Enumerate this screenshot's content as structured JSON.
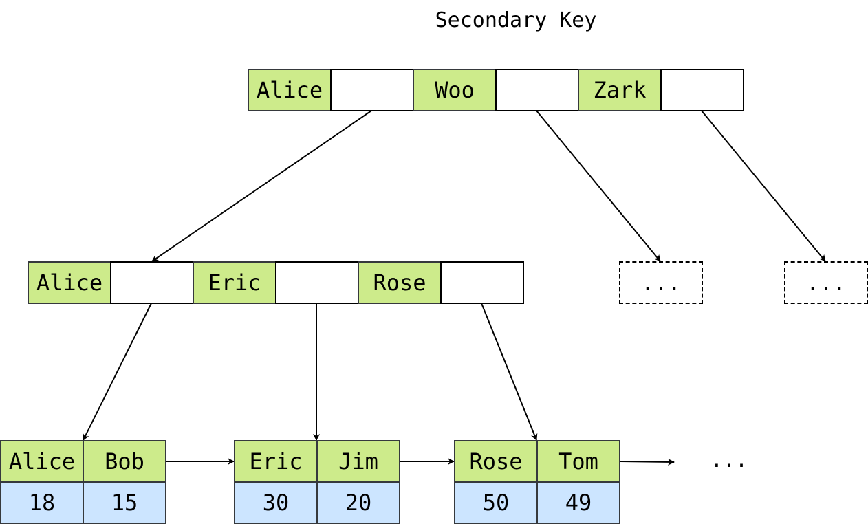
{
  "title": "Secondary Key",
  "root": {
    "keys": [
      "Alice",
      "Woo",
      "Zark"
    ]
  },
  "internal": {
    "keys": [
      "Alice",
      "Eric",
      "Rose"
    ]
  },
  "placeholders": [
    "...",
    "..."
  ],
  "leaves": [
    {
      "keys": [
        "Alice",
        "Bob"
      ],
      "values": [
        "18",
        "15"
      ]
    },
    {
      "keys": [
        "Eric",
        "Jim"
      ],
      "values": [
        "30",
        "20"
      ]
    },
    {
      "keys": [
        "Rose",
        "Tom"
      ],
      "values": [
        "50",
        "49"
      ]
    }
  ],
  "trailing": "...",
  "colors": {
    "key_fill": "#cdeb8b",
    "value_fill": "#cce5ff",
    "pointer_fill": "#ffffff",
    "border": "#36393d",
    "edge": "#000000"
  }
}
